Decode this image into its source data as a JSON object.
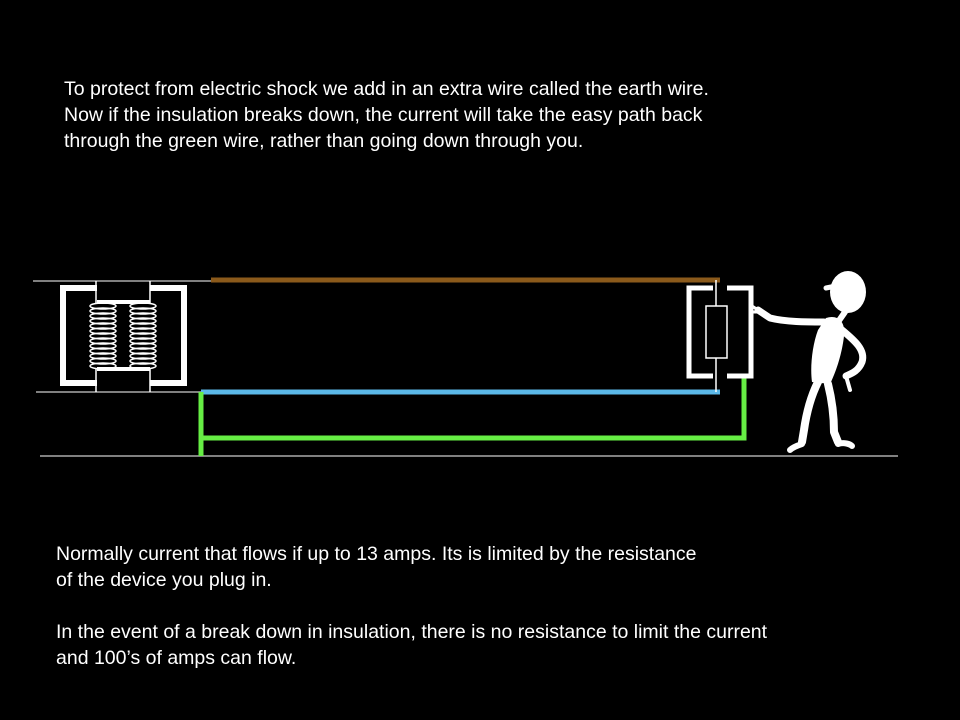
{
  "intro": {
    "lines": [
      "To protect from electric shock we add in an extra wire called the earth wire.",
      "Now if the insulation breaks down, the current will take the easy path back",
      "through the green wire, rather than going down through you."
    ]
  },
  "explanation": {
    "paragraph1": [
      "Normally current that flows if up to 13 amps. Its is limited by the resistance",
      "of the device you plug in."
    ],
    "paragraph2": [
      "In the event of a break down in insulation, there is no resistance to limit the current",
      "and 100’s of amps can flow."
    ]
  },
  "diagram": {
    "colors": {
      "background": "#000000",
      "live_wire": "#8B5A1B",
      "neutral_wire": "#5BB8E8",
      "earth_wire": "#66EE44",
      "outline": "#FFFFFF",
      "ground_line": "#FFFFFF"
    },
    "components": [
      "transformer",
      "live-wire",
      "neutral-wire",
      "earth-wire",
      "appliance-resistor",
      "person-figure",
      "ground-line"
    ]
  }
}
